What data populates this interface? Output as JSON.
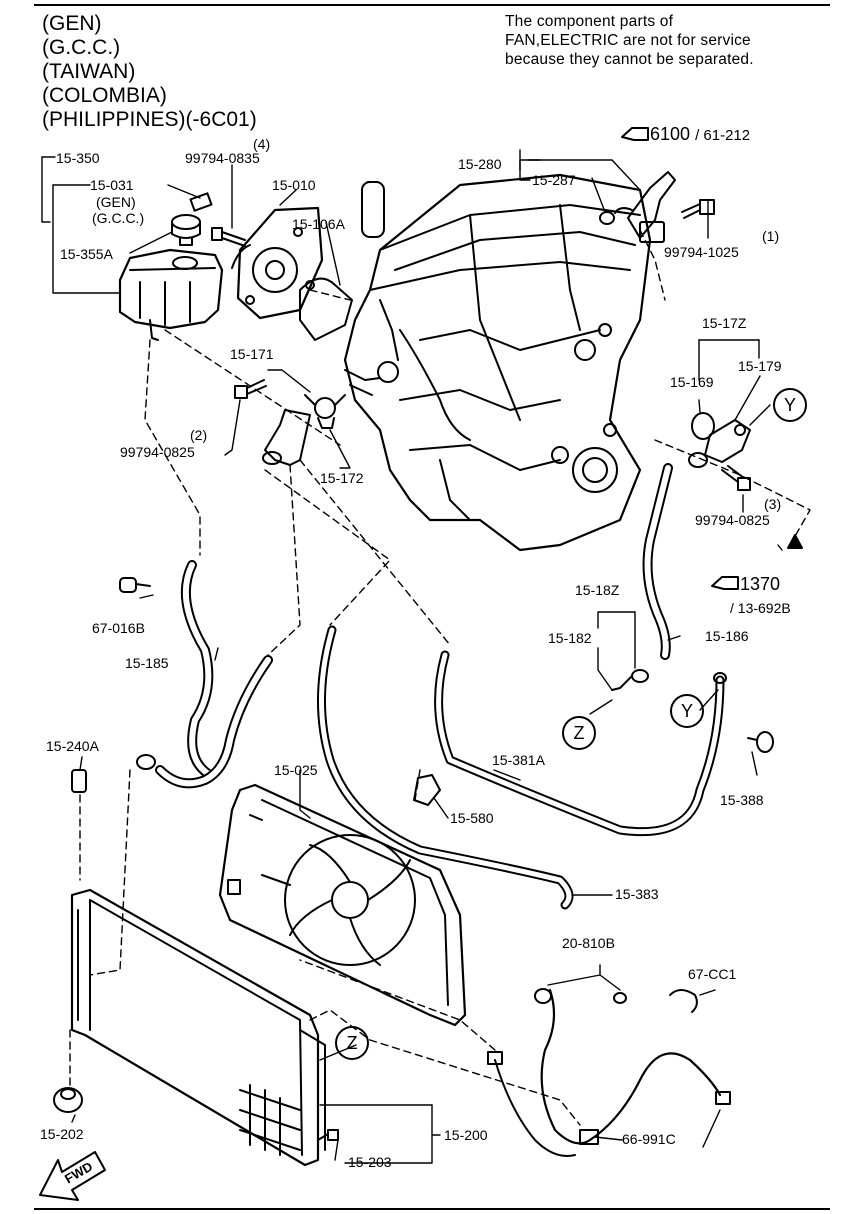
{
  "header": {
    "lines": [
      "(GEN)",
      "(G.C.C.)",
      "(TAIWAN)",
      "(COLOMBIA)",
      "(PHILIPPINES)(-6C01)"
    ]
  },
  "note": {
    "lines": [
      "The component parts of",
      "FAN,ELECTRIC are not for service",
      "because they cannot be separated."
    ]
  },
  "labels": {
    "p15_350": "15-350",
    "p15_031": "15-031",
    "gen_sub": "(GEN)",
    "gcc_sub": "(G.C.C.)",
    "p15_355A": "15-355A",
    "p99794_0835": "99794-0835",
    "q4": "(4)",
    "p15_010": "15-010",
    "p15_106A": "15-106A",
    "p15_280": "15-280",
    "p15_287": "15-287",
    "p99794_1025": "99794-1025",
    "q1": "(1)",
    "p15_17Z": "15-17Z",
    "p15_169": "15-169",
    "p15_179": "15-179",
    "p15_171": "15-171",
    "p99794_0825a": "99794-0825",
    "q2": "(2)",
    "p15_172": "15-172",
    "p99794_0825b": "99794-0825",
    "q3": "(3)",
    "p67_016B": "67-016B",
    "p15_185": "15-185",
    "p15_18Z": "15-18Z",
    "p15_182": "15-182",
    "p15_186": "15-186",
    "p15_240A": "15-240A",
    "p15_381A": "15-381A",
    "p15_388": "15-388",
    "p15_025": "15-025",
    "p15_580": "15-580",
    "p15_383": "15-383",
    "p20_810B": "20-810B",
    "p67_CC1": "67-CC1",
    "p15_202": "15-202",
    "p15_203": "15-203",
    "p15_200": "15-200",
    "p66_991C": "66-991C"
  },
  "refs": {
    "r6100_main": "6100",
    "r6100_sub": "/ 61-212",
    "r1370_main": "1370",
    "r1370_sub": "/ 13-692B"
  },
  "callouts": {
    "y": "Y",
    "z": "Z"
  },
  "fwd": "FWD"
}
